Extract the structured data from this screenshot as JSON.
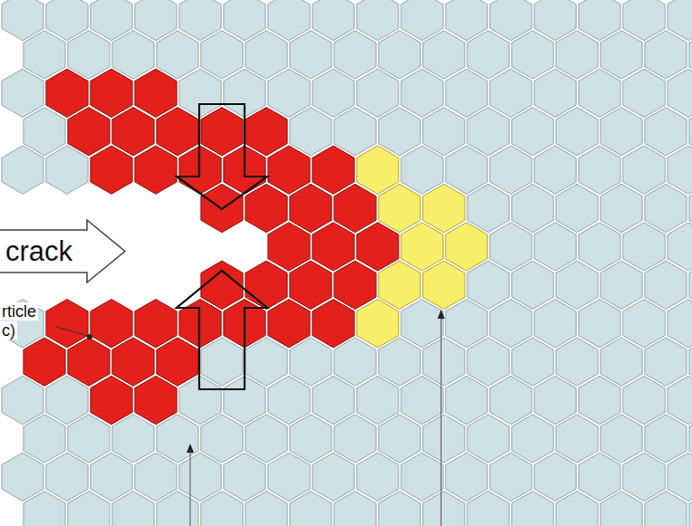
{
  "diagram": {
    "nodes": [
      {
        "text": [
          "crack"
        ]
      }
    ],
    "labels": [
      "rticle",
      "c)"
    ]
  }
}
